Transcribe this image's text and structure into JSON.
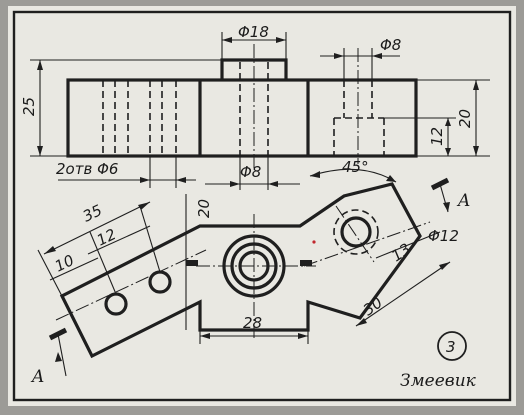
{
  "diagram": {
    "front_view": {
      "height_total": "25",
      "boss_diameter": "Φ18",
      "right_hole_diameter": "Φ8",
      "right_height": "20",
      "step_height": "12",
      "left_holes_label": "2отв Φ6",
      "center_hole_diameter": "Φ8"
    },
    "top_view": {
      "angle": "45°",
      "len_35": "35",
      "len_12": "12",
      "len_10": "10",
      "width_20": "20",
      "width_28": "28",
      "len_13": "13",
      "len_30": "30",
      "hole_diameter": "Φ12"
    },
    "section_mark": "A",
    "sheet_number": "3",
    "author": "Змеевик"
  },
  "colors": {
    "paper": "#e9e8e2",
    "ink": "#1f1f1f",
    "red_mark": "#c0272d"
  }
}
